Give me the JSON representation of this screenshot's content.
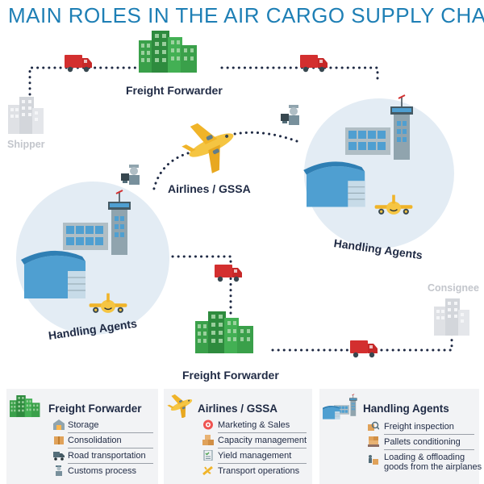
{
  "title": "MAIN ROLES IN THE AIR CARGO SUPPLY CHAIN",
  "nodes": {
    "shipper": "Shipper",
    "consignee": "Consignee",
    "freight_forwarder_top": "Freight Forwarder",
    "freight_forwarder_bottom": "Freight Forwarder",
    "airlines": "Airlines / GSSA",
    "handling_agents_right": "Handling Agents",
    "handling_agents_left": "Handling Agents"
  },
  "legend": [
    {
      "title": "Freight Forwarder",
      "items": [
        {
          "label": "Storage",
          "icon": "warehouse-icon"
        },
        {
          "label": "Consolidation",
          "icon": "box-icon"
        },
        {
          "label": "Road transportation",
          "icon": "truck-icon"
        },
        {
          "label": "Customs process",
          "icon": "customs-officer-icon"
        }
      ]
    },
    {
      "title": "Airlines / GSSA",
      "items": [
        {
          "label": "Marketing & Sales",
          "icon": "marketing-icon"
        },
        {
          "label": "Capacity management",
          "icon": "boxes-icon"
        },
        {
          "label": "Yield management",
          "icon": "checklist-icon"
        },
        {
          "label": "Transport operations",
          "icon": "plane-icon"
        }
      ]
    },
    {
      "title": "Handling Agents",
      "items": [
        {
          "label": "Freight inspection",
          "icon": "inspection-icon"
        },
        {
          "label": "Pallets conditioning",
          "icon": "pallet-icon"
        },
        {
          "label": "Loading & offloading\ngoods from the airplanes",
          "icon": "loading-icon"
        }
      ]
    }
  ],
  "colors": {
    "title_blue": "#1e7fb5",
    "label_navy": "#1f2a44",
    "building_green": "#3aa04a",
    "truck_red": "#d32f2f",
    "plane_yellow": "#f5c542",
    "hangar_blue": "#4f9fd1",
    "circle_bg": "#e3ecf4",
    "inactive_grey": "#c3c6cc",
    "legend_bg": "#f2f3f5"
  }
}
